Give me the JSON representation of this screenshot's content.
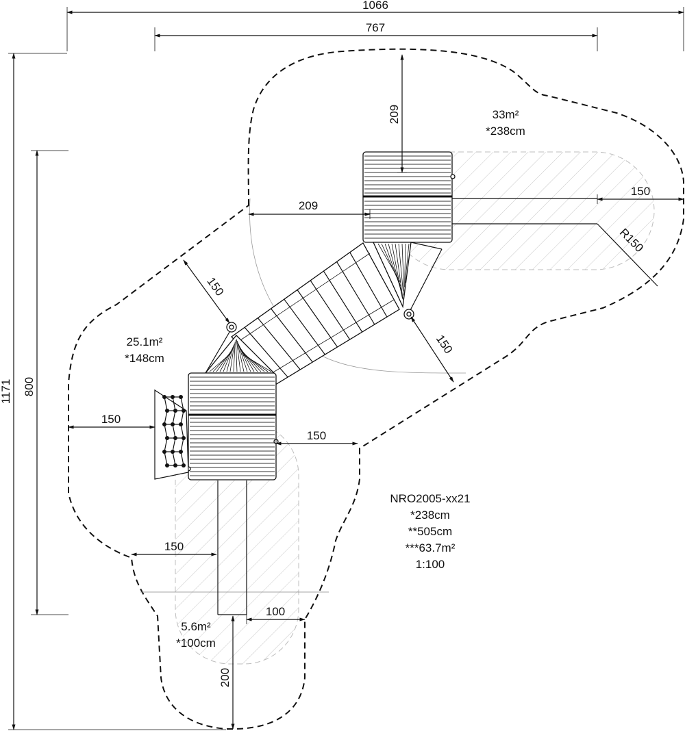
{
  "dimensions": {
    "total_width": "1066",
    "inner_width": "767",
    "total_height": "1171",
    "inner_height": "800",
    "top_clearance": "209",
    "left_to_tower": "209",
    "slide_side_clearance": "150",
    "slide_radius": "R150",
    "diag_upper_left": "150",
    "diag_lower_right": "150",
    "net_clearance": "150",
    "tower_right_clearance": "150",
    "lower_slide_left": "150",
    "lower_slide_right": "100",
    "lower_slide_exit": "200"
  },
  "zones": {
    "upper": {
      "area": "33m²",
      "height": "*238cm"
    },
    "left": {
      "area": "25.1m²",
      "height": "*148cm"
    },
    "bottom": {
      "area": "5.6m²",
      "height": "*100cm"
    }
  },
  "info": {
    "model": "NRO2005-xx21",
    "line1": "*238cm",
    "line2": "**505cm",
    "line3": "***63.7m²",
    "scale": "1:100"
  }
}
